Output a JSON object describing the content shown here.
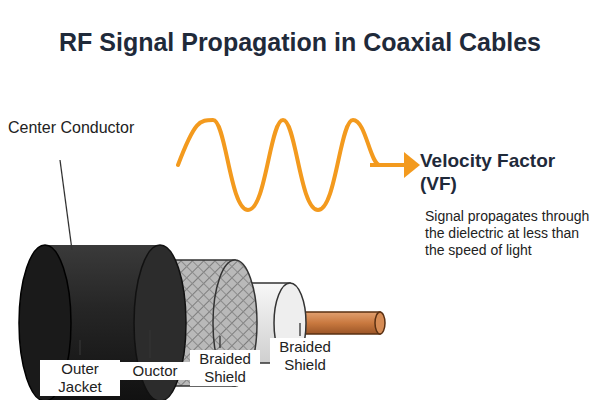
{
  "diagram": {
    "title": "RF Signal Propagation in Coaxial Cables",
    "labels": [
      "Center Conductor",
      "Velocity Factor (VF)",
      "Signal propagates through the dielectric at less than the speed of light",
      "Braided Shield",
      "Outer Jacket",
      "Ouctor",
      "Braided Shield"
    ]
  }
}
